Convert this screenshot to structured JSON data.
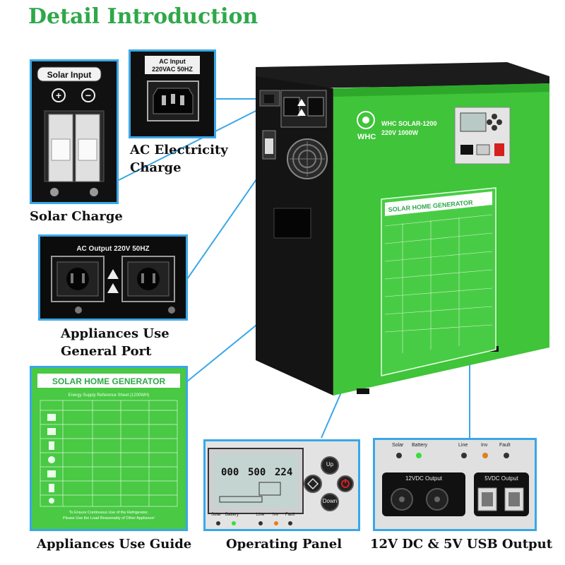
{
  "title": "Detail Introduction",
  "captions": {
    "solar": "Solar Charge",
    "ac_line1": "AC Electricity",
    "ac_line2": "Charge",
    "appl_line1": "Appliances Use",
    "appl_line2": "General Port",
    "guide": "Appliances Use Guide",
    "panel": "Operating Panel",
    "output": "12V DC & 5V USB Output"
  },
  "solar_input": {
    "label": "Solar Input",
    "plus": "+",
    "minus": "−"
  },
  "ac_input": {
    "label1": "AC Input",
    "label2": "220VAC 50HZ"
  },
  "ac_output": {
    "label": "AC Output 220V 50HZ"
  },
  "product": {
    "brand": "WHC",
    "model": "WHC SOLAR-1200",
    "rating": "220V 1000W",
    "sticker_title": "SOLAR HOME GENERATOR",
    "sticker_subtitle": "Energy Supply Reference Sheet (1200WH)"
  },
  "guide": {
    "title": "SOLAR HOME GENERATOR",
    "subtitle": "Energy Supply Reference Sheet (1200WH)",
    "note1": "To Ensure Continuous Use of the Refrigerator,",
    "note2": "Please Use the Load Reasonably of Other Appliance!"
  },
  "operating_panel": {
    "lcd_values": [
      "000",
      "500",
      "224"
    ],
    "up": "Up",
    "down": "Down",
    "leds": [
      "Solar",
      "Battery",
      "Line",
      "Inv",
      "Fault"
    ]
  },
  "output_panel": {
    "leds": [
      "Solar",
      "Battery",
      "Line",
      "Inv",
      "Fault"
    ],
    "dc_label": "12VDC Output",
    "usb_label": "5VDC Output"
  },
  "colors": {
    "green": "#2fa84a",
    "callout": "#3aa7e6",
    "device_green": "#3fc43a"
  }
}
